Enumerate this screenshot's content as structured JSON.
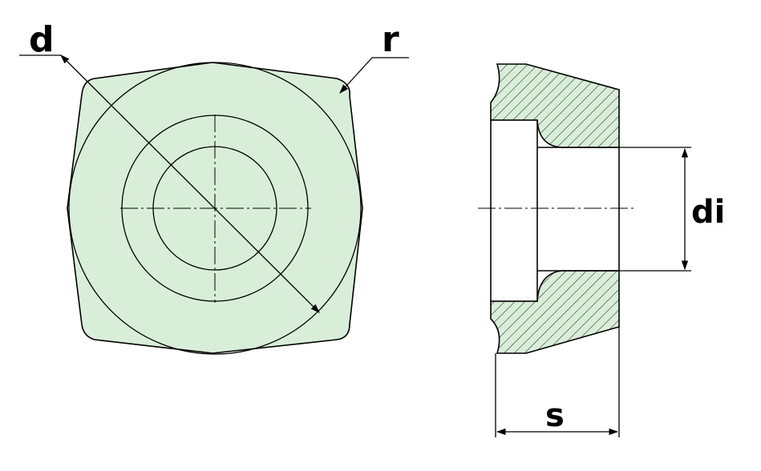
{
  "labels": {
    "outer_diameter": "d",
    "corner_radius": "r",
    "inner_diameter": "di",
    "thickness": "s"
  },
  "colors": {
    "body_fill": "#d9eed9",
    "ring_fill": "#dcdedc",
    "hatch_fill": "#d9eed9",
    "line": "#000000"
  }
}
